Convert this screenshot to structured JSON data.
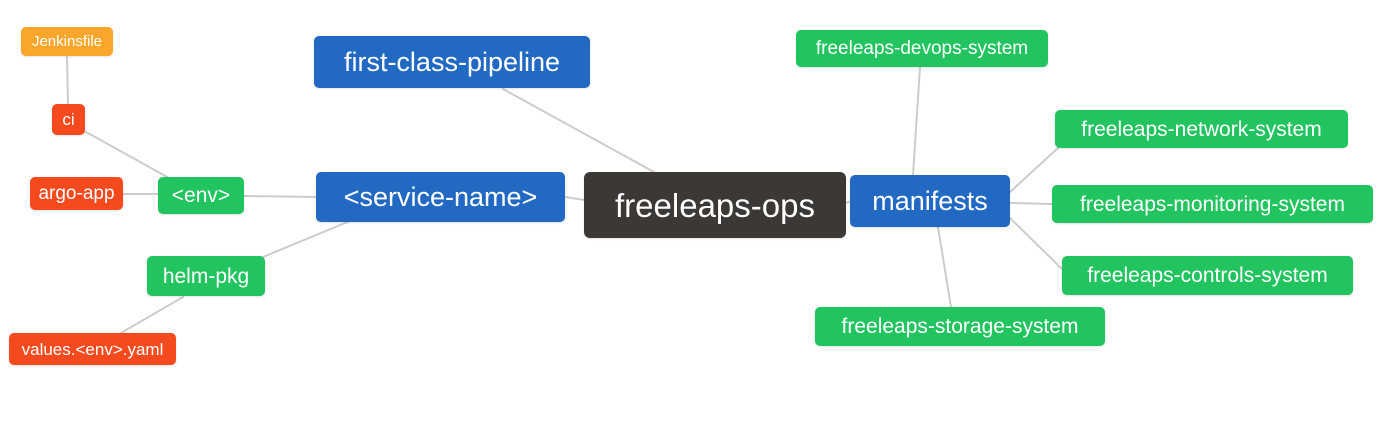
{
  "diagram": {
    "type": "mindmap",
    "root": "freeleaps-ops",
    "colors": {
      "root": "#3b3836",
      "branch": "#2269c3",
      "leaf_green": "#21c45e",
      "leaf_red": "#f44a1e",
      "leaf_orange": "#f9a62a",
      "edge": "#cccccc",
      "text": "#ffffff",
      "background": "#ffffff"
    },
    "nodes": [
      {
        "id": "jenkinsfile",
        "label": "Jenkinsfile"
      },
      {
        "id": "ci",
        "label": "ci"
      },
      {
        "id": "argo-app",
        "label": "argo-app"
      },
      {
        "id": "env",
        "label": "<env>"
      },
      {
        "id": "helm-pkg",
        "label": "helm-pkg"
      },
      {
        "id": "values-env-yaml",
        "label": "values.<env>.yaml"
      },
      {
        "id": "first-class-pipeline",
        "label": "first-class-pipeline"
      },
      {
        "id": "service-name",
        "label": "<service-name>"
      },
      {
        "id": "freeleaps-ops",
        "label": "freeleaps-ops"
      },
      {
        "id": "manifests",
        "label": "manifests"
      },
      {
        "id": "freeleaps-devops-system",
        "label": "freeleaps-devops-system"
      },
      {
        "id": "freeleaps-network-system",
        "label": "freeleaps-network-system"
      },
      {
        "id": "freeleaps-monitoring-system",
        "label": "freeleaps-monitoring-system"
      },
      {
        "id": "freeleaps-controls-system",
        "label": "freeleaps-controls-system"
      },
      {
        "id": "freeleaps-storage-system",
        "label": "freeleaps-storage-system"
      }
    ],
    "edges": [
      {
        "from": "jenkinsfile",
        "to": "ci"
      },
      {
        "from": "ci",
        "to": "env"
      },
      {
        "from": "argo-app",
        "to": "env"
      },
      {
        "from": "env",
        "to": "service-name"
      },
      {
        "from": "helm-pkg",
        "to": "service-name"
      },
      {
        "from": "values-env-yaml",
        "to": "helm-pkg"
      },
      {
        "from": "first-class-pipeline",
        "to": "freeleaps-ops"
      },
      {
        "from": "service-name",
        "to": "freeleaps-ops"
      },
      {
        "from": "freeleaps-ops",
        "to": "manifests"
      },
      {
        "from": "manifests",
        "to": "freeleaps-devops-system"
      },
      {
        "from": "manifests",
        "to": "freeleaps-network-system"
      },
      {
        "from": "manifests",
        "to": "freeleaps-monitoring-system"
      },
      {
        "from": "manifests",
        "to": "freeleaps-controls-system"
      },
      {
        "from": "manifests",
        "to": "freeleaps-storage-system"
      }
    ]
  }
}
